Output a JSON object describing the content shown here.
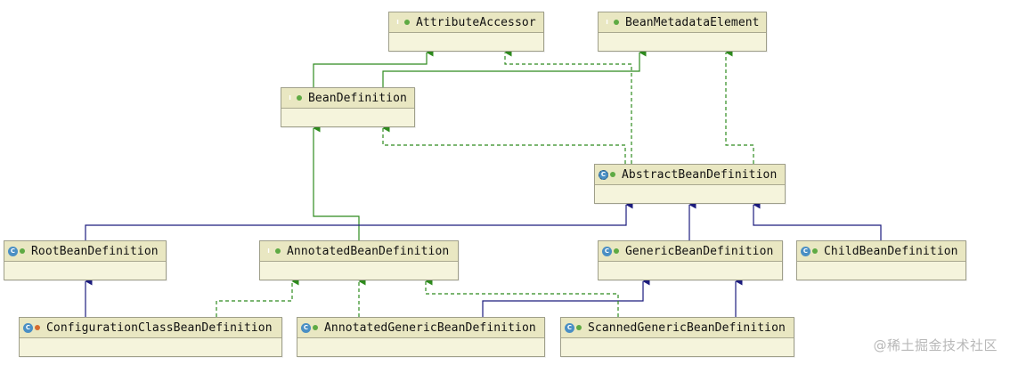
{
  "colors": {
    "implements": "#2e8b1e",
    "extends": "#1c1c7e",
    "box_fill": "#f5f4dc",
    "box_header": "#e9e7c2"
  },
  "nodes": [
    {
      "id": "attributeAccessor",
      "name": "AttributeAccessor",
      "kind": "interface",
      "visibility": "public"
    },
    {
      "id": "beanMetadataElement",
      "name": "BeanMetadataElement",
      "kind": "interface",
      "visibility": "public"
    },
    {
      "id": "beanDefinition",
      "name": "BeanDefinition",
      "kind": "interface",
      "visibility": "public"
    },
    {
      "id": "abstractBeanDefinition",
      "name": "AbstractBeanDefinition",
      "kind": "abstract-class",
      "visibility": "public"
    },
    {
      "id": "rootBeanDefinition",
      "name": "RootBeanDefinition",
      "kind": "class",
      "visibility": "public"
    },
    {
      "id": "annotatedBeanDefinition",
      "name": "AnnotatedBeanDefinition",
      "kind": "interface",
      "visibility": "public"
    },
    {
      "id": "genericBeanDefinition",
      "name": "GenericBeanDefinition",
      "kind": "class",
      "visibility": "public"
    },
    {
      "id": "childBeanDefinition",
      "name": "ChildBeanDefinition",
      "kind": "class",
      "visibility": "public"
    },
    {
      "id": "configurationClassBeanDefinition",
      "name": "ConfigurationClassBeanDefinition",
      "kind": "class",
      "visibility": "package"
    },
    {
      "id": "annotatedGenericBeanDefinition",
      "name": "AnnotatedGenericBeanDefinition",
      "kind": "class",
      "visibility": "public"
    },
    {
      "id": "scannedGenericBeanDefinition",
      "name": "ScannedGenericBeanDefinition",
      "kind": "class",
      "visibility": "public"
    }
  ],
  "relations": [
    {
      "from": "beanDefinition",
      "to": "attributeAccessor",
      "type": "extends-interface"
    },
    {
      "from": "beanDefinition",
      "to": "beanMetadataElement",
      "type": "extends-interface"
    },
    {
      "from": "abstractBeanDefinition",
      "to": "attributeAccessor",
      "type": "implements"
    },
    {
      "from": "abstractBeanDefinition",
      "to": "beanDefinition",
      "type": "implements"
    },
    {
      "from": "abstractBeanDefinition",
      "to": "beanMetadataElement",
      "type": "implements"
    },
    {
      "from": "annotatedBeanDefinition",
      "to": "beanDefinition",
      "type": "extends-interface"
    },
    {
      "from": "rootBeanDefinition",
      "to": "abstractBeanDefinition",
      "type": "extends"
    },
    {
      "from": "genericBeanDefinition",
      "to": "abstractBeanDefinition",
      "type": "extends"
    },
    {
      "from": "childBeanDefinition",
      "to": "abstractBeanDefinition",
      "type": "extends"
    },
    {
      "from": "configurationClassBeanDefinition",
      "to": "rootBeanDefinition",
      "type": "extends"
    },
    {
      "from": "configurationClassBeanDefinition",
      "to": "annotatedBeanDefinition",
      "type": "implements"
    },
    {
      "from": "annotatedGenericBeanDefinition",
      "to": "annotatedBeanDefinition",
      "type": "implements"
    },
    {
      "from": "annotatedGenericBeanDefinition",
      "to": "genericBeanDefinition",
      "type": "extends"
    },
    {
      "from": "scannedGenericBeanDefinition",
      "to": "annotatedBeanDefinition",
      "type": "implements"
    },
    {
      "from": "scannedGenericBeanDefinition",
      "to": "genericBeanDefinition",
      "type": "extends"
    }
  ],
  "watermark": "@稀土掘金技术社区"
}
